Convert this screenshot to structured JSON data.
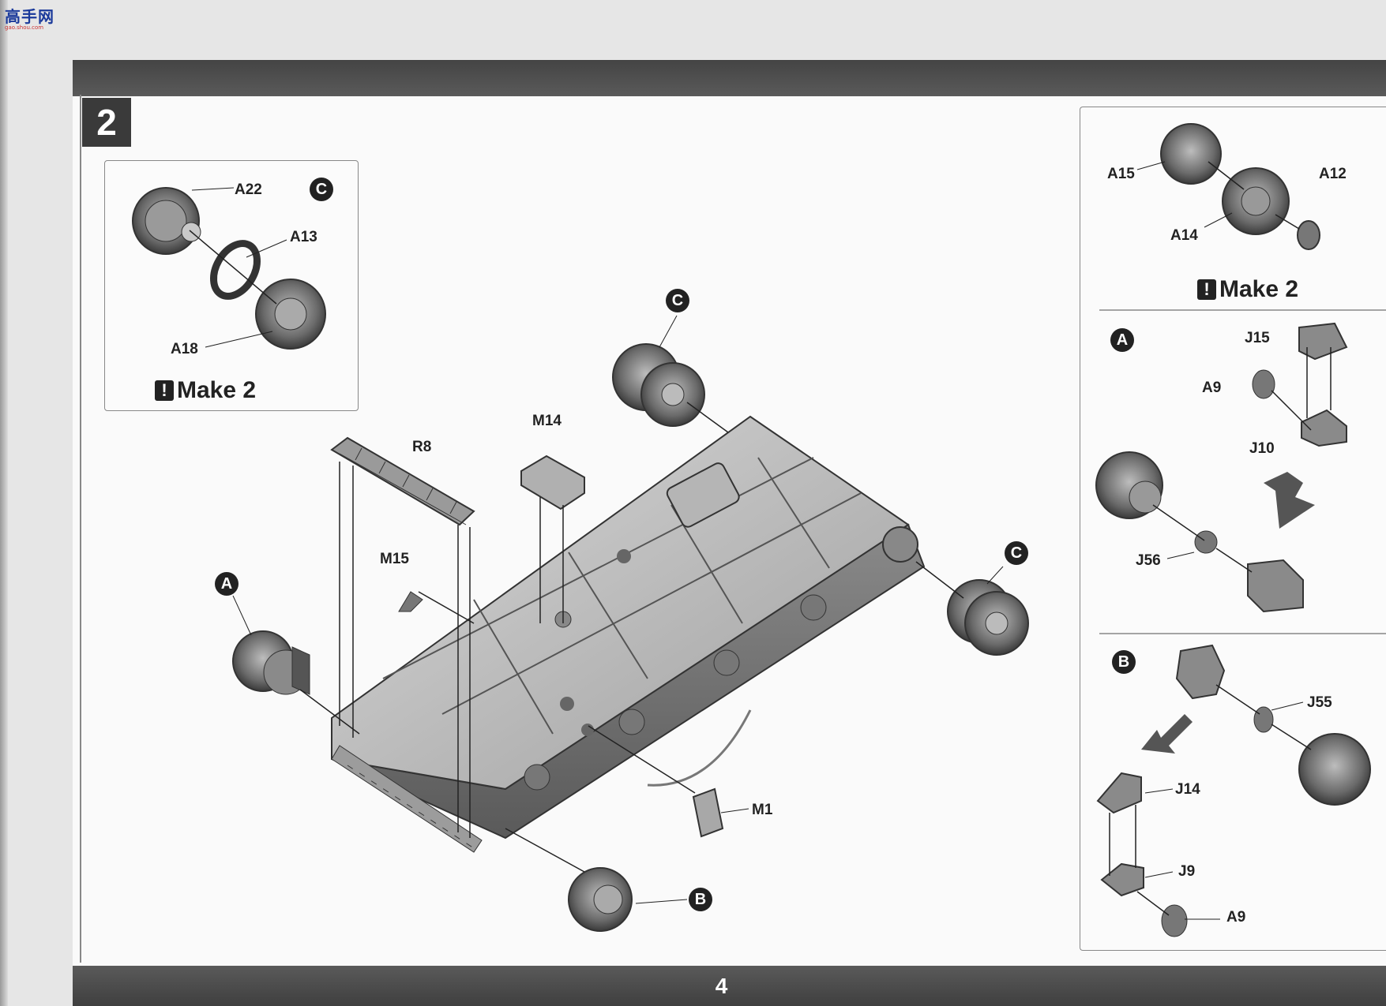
{
  "site_logo": {
    "text": "高手网",
    "url_text": "gao.shou.com"
  },
  "step_number": "2",
  "page_number": "4",
  "make_label": "Make 2",
  "warn_glyph": "!",
  "left_panel": {
    "marker": "C",
    "parts": [
      "A22",
      "A13",
      "A18"
    ]
  },
  "main": {
    "markers": {
      "a": "A",
      "b": "B",
      "c_top": "C",
      "c_right": "C"
    },
    "parts": {
      "r8": "R8",
      "m14": "M14",
      "m15": "M15",
      "m1": "M1"
    }
  },
  "right_panel": {
    "top": {
      "parts": [
        "A15",
        "A12",
        "A14"
      ]
    },
    "a_section": {
      "marker": "A",
      "parts": [
        "J15",
        "A9",
        "J10",
        "J56"
      ]
    },
    "b_section": {
      "marker": "B",
      "parts": [
        "J55",
        "J14",
        "J9",
        "A9"
      ]
    }
  }
}
